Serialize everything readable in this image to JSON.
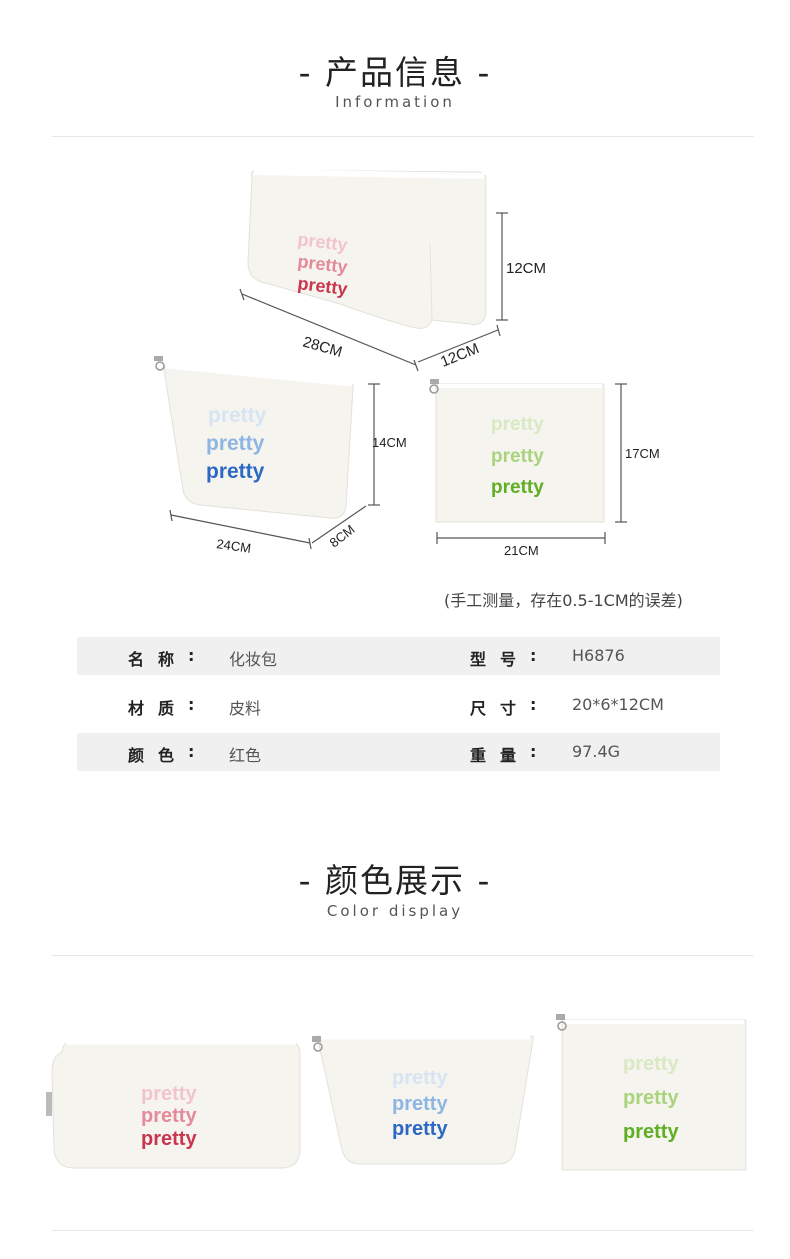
{
  "info_section": {
    "title": "- 产品信息 -",
    "subtitle": "Information"
  },
  "dimensions": {
    "bag1": {
      "length": "28CM",
      "width": "12CM",
      "height": "12CM"
    },
    "bag2": {
      "length": "24CM",
      "width": "8CM",
      "height": "14CM"
    },
    "bag3": {
      "length": "21CM",
      "height": "17CM"
    }
  },
  "bag_text": "pretty",
  "bag_colors": {
    "pink": [
      "#f2c4cc",
      "#e48a9a",
      "#c9364e"
    ],
    "blue": [
      "#d6e4f3",
      "#8db6e3",
      "#2d68c4"
    ],
    "green": [
      "#d8e9c4",
      "#a9d37d",
      "#5fae23"
    ]
  },
  "note": "(手工测量，存在0.5-1CM的误差)",
  "specs": [
    {
      "left_key": "名称",
      "left_val": "化妆包",
      "right_key": "型号",
      "right_val": "H6876"
    },
    {
      "left_key": "材质",
      "left_val": "皮料",
      "right_key": "尺寸",
      "right_val": "20*6*12CM"
    },
    {
      "left_key": "颜色",
      "left_val": "红色",
      "right_key": "重量",
      "right_val": "97.4G"
    }
  ],
  "colon": ":",
  "color_section": {
    "title": "- 颜色展示 -",
    "subtitle": "Color display"
  }
}
